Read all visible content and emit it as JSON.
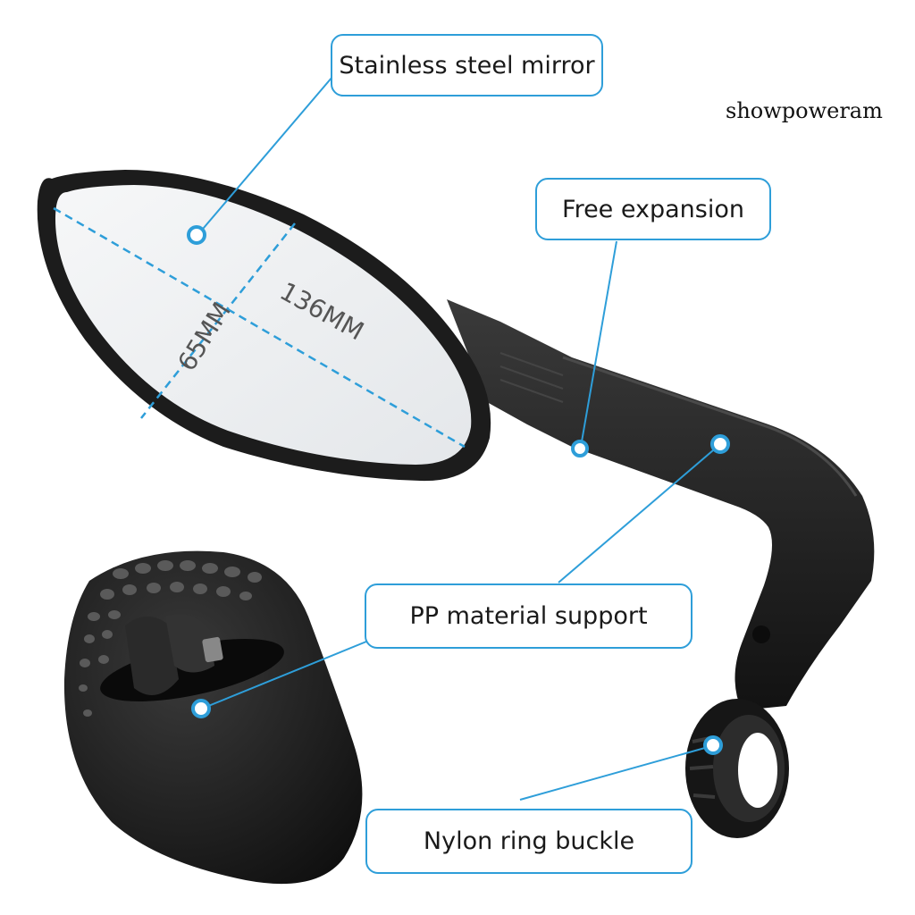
{
  "callouts": {
    "mirror": "Stainless steel mirror",
    "expansion": "Free expansion",
    "pp_support": "PP material support",
    "nylon": "Nylon ring buckle"
  },
  "dimensions": {
    "length": "136MM",
    "width": "65MM"
  },
  "watermark": "showpoweram",
  "colors": {
    "accent": "#2e9ed9",
    "product": "#1b1b1b",
    "mirror_glass": "#eef0f2"
  }
}
